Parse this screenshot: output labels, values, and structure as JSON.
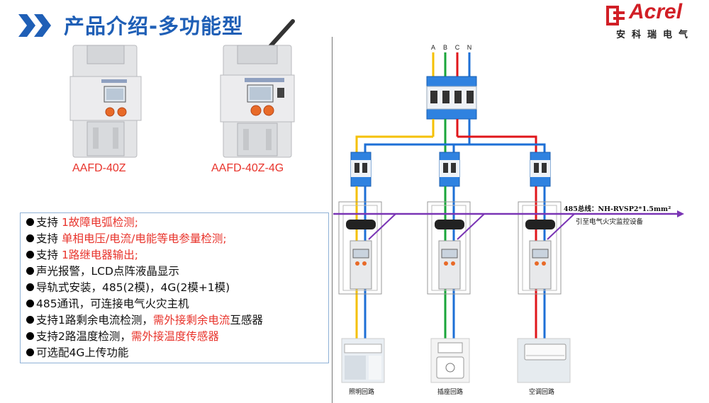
{
  "header": {
    "title": "产品介绍-多功能型",
    "logo_name": "Acrel",
    "logo_sub": "安科瑞电气",
    "accent_color": "#1f5fb6"
  },
  "products": [
    {
      "caption": "AAFD-40Z"
    },
    {
      "caption": "AAFD-40Z-4G"
    }
  ],
  "features": [
    {
      "pre": "支持 ",
      "hl": "1故障电弧检测;",
      "post": ""
    },
    {
      "pre": "支持 ",
      "hl": "单相电压/电流/电能等电参量检测;",
      "post": ""
    },
    {
      "pre": "支持 ",
      "hl": "1路继电器输出;",
      "post": ""
    },
    {
      "pre": "声光报警，LCD点阵液晶显示",
      "hl": "",
      "post": ""
    },
    {
      "pre": "导轨式安装，485(2模)，4G(2模+1模)",
      "hl": "",
      "post": ""
    },
    {
      "pre": "485通讯，可连接电气火灾主机",
      "hl": "",
      "post": ""
    },
    {
      "pre": "支持1路剩余电流检测，",
      "hl": "需外接剩余电流",
      "post": "互感器"
    },
    {
      "pre": "支持2路温度检测，",
      "hl": "需外接温度传感器",
      "post": ""
    },
    {
      "pre": "可选配4G上传功能",
      "hl": "",
      "post": ""
    }
  ],
  "diagram": {
    "phases": [
      "A",
      "B",
      "C",
      "N"
    ],
    "bus_label": "485总线：NH-RVSP2*1.5mm²",
    "bus_note": "引至电气火灾监控设备",
    "circuits": [
      "照明回路",
      "插座回路",
      "空调回路"
    ],
    "wire_colors": {
      "A": "#f5c000",
      "B": "#1aa53a",
      "C": "#e0161b",
      "N": "#1d6fd6",
      "bus": "#7a35b5"
    }
  }
}
